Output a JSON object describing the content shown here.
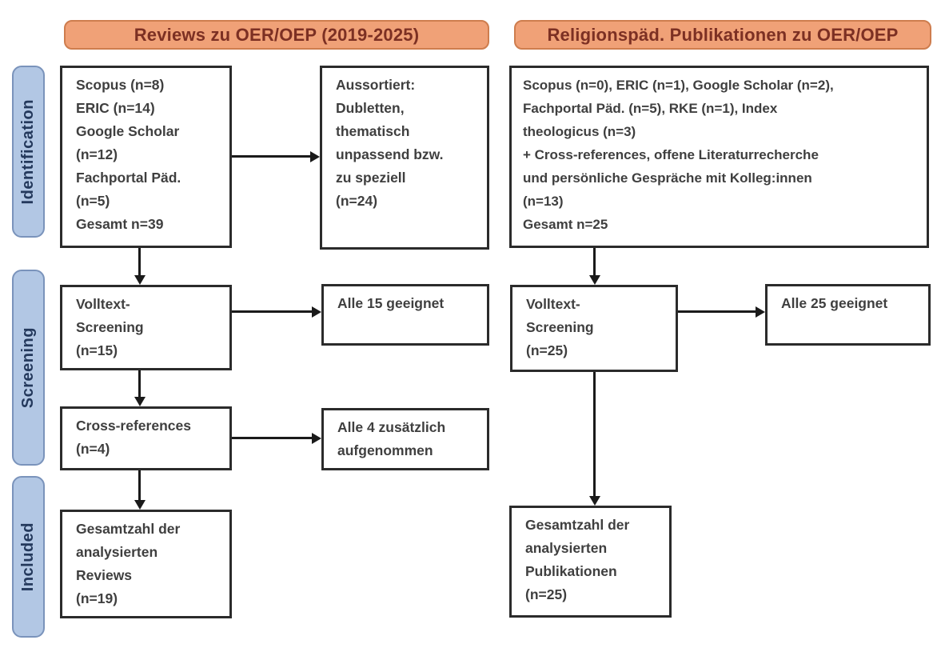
{
  "colors": {
    "header-fill": "#F0A177",
    "header-border": "#CE7D4E",
    "header-text": "#7C3023",
    "stage-fill": "#B2C7E4",
    "stage-border": "#7A93BB",
    "stage-text": "#24395C",
    "box-border": "#2B2B2B",
    "box-text": "#3F3F3F",
    "arrow": "#1A1A1A"
  },
  "headers": {
    "reviews": "Reviews zu OER/OEP (2019-2025)",
    "religionspaed": "Religionspäd. Publikationen zu OER/OEP"
  },
  "stages": {
    "identification": "Identification",
    "screening": "Screening",
    "included": "Included"
  },
  "boxes": {
    "reviews_sources": {
      "lines": [
        "Scopus (n=8)",
        "ERIC (n=14)",
        "Google Scholar",
        "(n=12)",
        "Fachportal Päd.",
        "(n=5)",
        "Gesamt n=39"
      ]
    },
    "reviews_excluded": {
      "lines": [
        "Aussortiert:",
        "Dubletten,",
        "thematisch",
        "unpassend bzw.",
        "zu speziell",
        "(n=24)"
      ]
    },
    "religionspaed_sources": {
      "lines": [
        "Scopus (n=0), ERIC (n=1), Google Scholar (n=2),",
        "Fachportal Päd. (n=5), RKE (n=1), Index",
        "theologicus (n=3)",
        "+ Cross-references, offene Literaturrecherche",
        "und persönliche Gespräche mit Kolleg:innen",
        "(n=13)",
        "Gesamt n=25"
      ]
    },
    "reviews_fulltext": {
      "lines": [
        "Volltext-",
        "Screening",
        "(n=15)"
      ]
    },
    "reviews_fulltext_result": {
      "lines": [
        "Alle 15 geeignet"
      ]
    },
    "religionspaed_fulltext": {
      "lines": [
        "Volltext-",
        "Screening",
        "(n=25)"
      ]
    },
    "religionspaed_fulltext_result": {
      "lines": [
        "Alle 25 geeignet"
      ]
    },
    "reviews_crossref": {
      "lines": [
        "Cross-references",
        "(n=4)"
      ]
    },
    "reviews_crossref_result": {
      "lines": [
        "Alle 4 zusätzlich",
        "aufgenommen"
      ]
    },
    "reviews_included": {
      "lines": [
        "Gesamtzahl der",
        "analysierten",
        "Reviews",
        "(n=19)"
      ]
    },
    "religionspaed_included": {
      "lines": [
        "Gesamtzahl der",
        "analysierten",
        "Publikationen",
        "(n=25)"
      ]
    }
  }
}
